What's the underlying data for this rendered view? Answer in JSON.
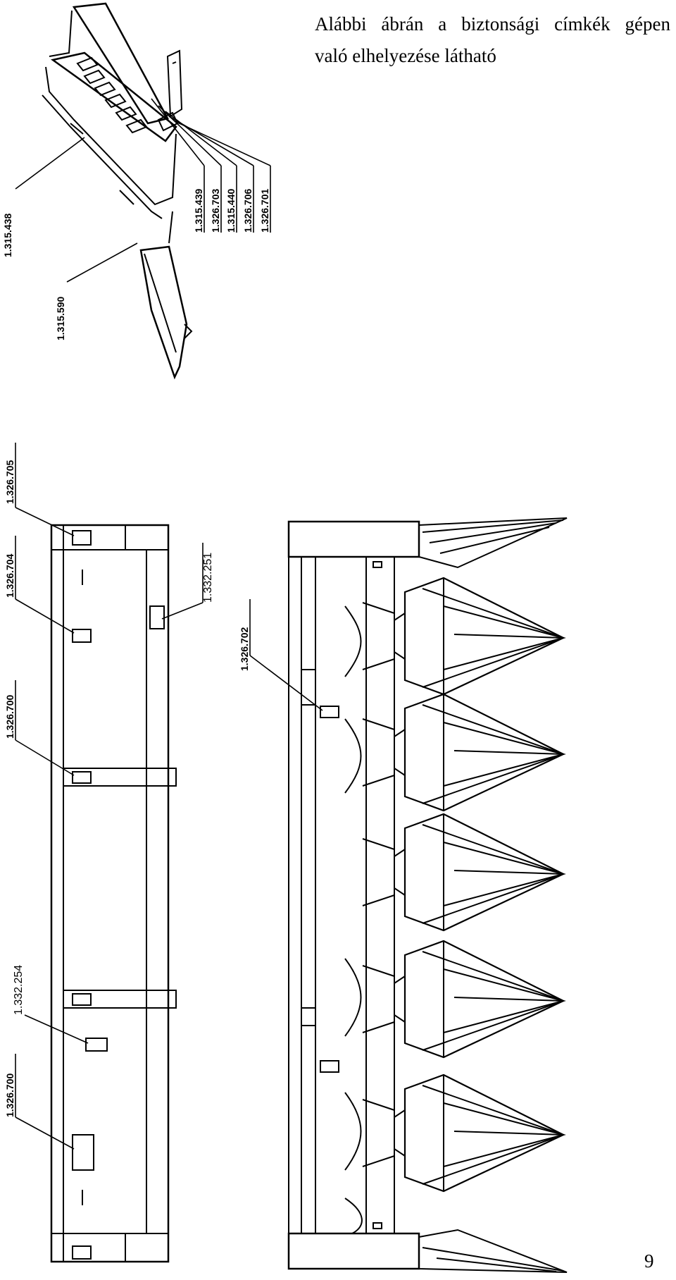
{
  "caption": {
    "line1": "Alábbi ábrán a biztonsági címkék gépen",
    "line2": "való elhelyezése látható"
  },
  "page_number": "9",
  "side_view": {
    "labels": {
      "l1": "1.315.438",
      "l2": "1.315.590",
      "l3": "1.315.439",
      "l4": "1.326.703",
      "l5": "1.315.440",
      "l6": "1.326.706",
      "l7": "1.326.701"
    }
  },
  "rear_view": {
    "labels": {
      "l1": "1.326.705",
      "l2": "1.326.704",
      "l3": "1.332.251",
      "l4": "1.326.700",
      "l5": "1.332.254",
      "l6": "1.326.700"
    }
  },
  "front_view": {
    "labels": {
      "l1": "1.326.702"
    }
  }
}
